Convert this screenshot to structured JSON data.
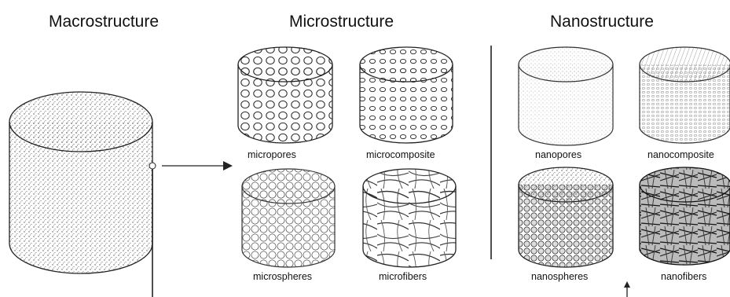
{
  "headings": {
    "macro": "Macrostructure",
    "micro": "Microstructure",
    "nano": "Nanostructure"
  },
  "micro_labels": {
    "pores": "micropores",
    "composite": "microcomposite",
    "spheres": "microspheres",
    "fibers": "microfibers"
  },
  "nano_labels": {
    "pores": "nanopores",
    "composite": "nanocomposite",
    "spheres": "nanospheres",
    "fibers": "nanofibers"
  }
}
